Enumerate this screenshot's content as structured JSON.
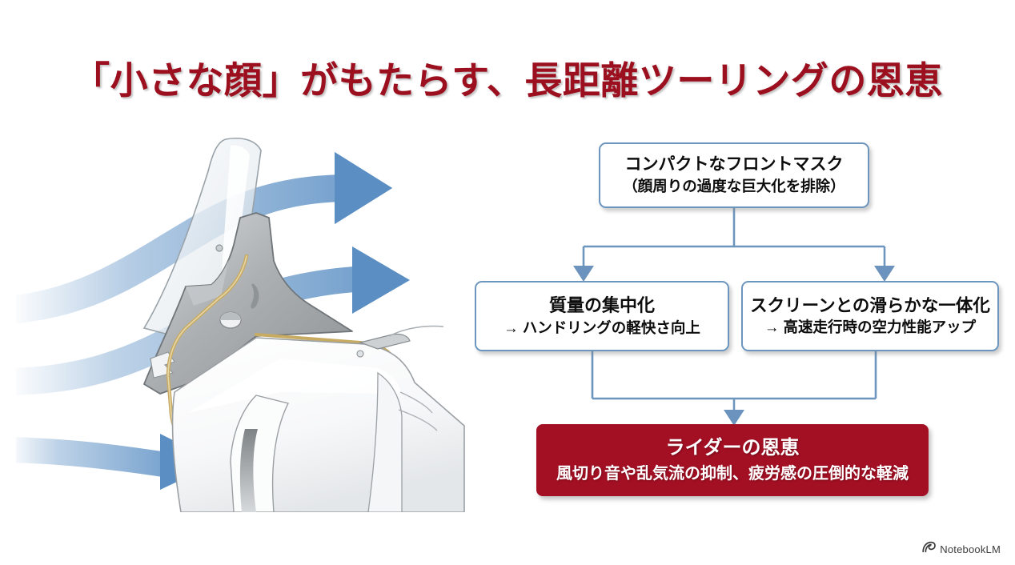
{
  "slide": {
    "title": "「小さな顔」がもたらす、長距離ツーリングの恩恵",
    "title_color": "#9b0f1e",
    "background_color": "#ffffff"
  },
  "illustration": {
    "name": "motorcycle-front-mask-airflow",
    "description": "バイクのフロントマスクとスクリーン周りを流れる気流のイラスト",
    "airflow_arrow_color": "#5b8fc4",
    "body_color": "#ffffff",
    "accent_line_color": "#c8ab63",
    "airflow_streams": 3
  },
  "flow": {
    "box_border_color": "#6d96bf",
    "connector_color": "#6d96bf",
    "nodes": [
      {
        "id": "compact-front-mask",
        "line1": "コンパクトなフロントマスク",
        "line2": "（顔周りの過度な巨大化を排除）"
      },
      {
        "id": "mass-centralization",
        "line1": "質量の集中化",
        "line2": "→ ハンドリングの軽快さ向上"
      },
      {
        "id": "screen-integration",
        "line1": "スクリーンとの滑らかな一体化",
        "line2": "→ 高速走行時の空力性能アップ"
      },
      {
        "id": "rider-benefit",
        "line1": "ライダーの恩恵",
        "line2": "風切り音や乱気流の抑制、疲労感の圧倒的な軽減",
        "fill_color": "#a30f23",
        "text_color": "#ffffff"
      }
    ]
  },
  "footer": {
    "brand": "NotebookLM",
    "icon": "notebooklm-spiral-icon"
  }
}
